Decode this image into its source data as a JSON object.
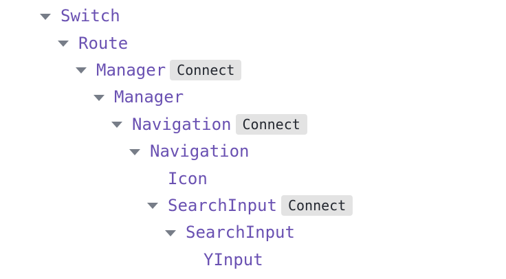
{
  "app": {
    "kind": "component-tree-view",
    "background_color": "#ffffff"
  },
  "colors": {
    "component_name": "#6a51b2",
    "expander_arrow": "#777d88",
    "badge_background": "#e3e3e3",
    "badge_text": "#23272f"
  },
  "tree": {
    "rows": [
      {
        "name": "Switch",
        "level": 0,
        "expanded": true,
        "badges": []
      },
      {
        "name": "Route",
        "level": 1,
        "expanded": true,
        "badges": []
      },
      {
        "name": "Manager",
        "level": 2,
        "expanded": true,
        "badges": [
          "Connect"
        ]
      },
      {
        "name": "Manager",
        "level": 3,
        "expanded": true,
        "badges": []
      },
      {
        "name": "Navigation",
        "level": 4,
        "expanded": true,
        "badges": [
          "Connect"
        ]
      },
      {
        "name": "Navigation",
        "level": 5,
        "expanded": true,
        "badges": []
      },
      {
        "name": "Icon",
        "level": 6,
        "expanded": null,
        "badges": []
      },
      {
        "name": "SearchInput",
        "level": 6,
        "expanded": true,
        "badges": [
          "Connect"
        ]
      },
      {
        "name": "SearchInput",
        "level": 7,
        "expanded": true,
        "badges": []
      },
      {
        "name": "YInput",
        "level": 8,
        "expanded": null,
        "badges": []
      }
    ]
  }
}
